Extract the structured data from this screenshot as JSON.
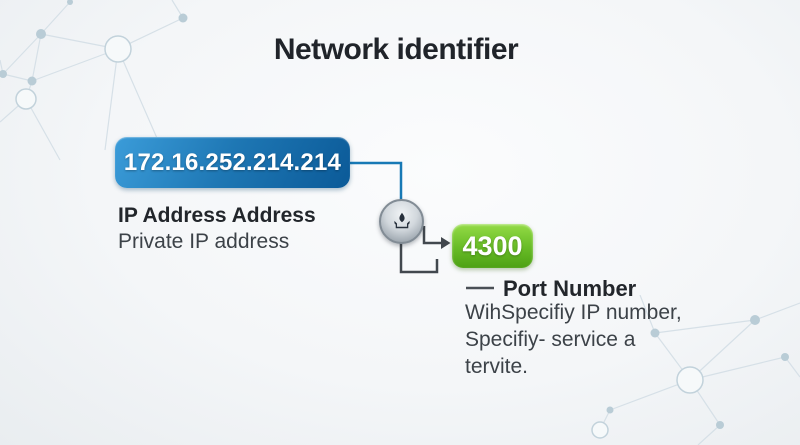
{
  "title": "Network identifier",
  "ip_section": {
    "value": "172.16.252.214.214",
    "label": "IP Address Address",
    "description": "Private IP address"
  },
  "port_section": {
    "value": "4300",
    "label": "Port Number",
    "description_lines": [
      "WihSpecifiy IP number,",
      "Specifiy- service a",
      "tervite."
    ]
  },
  "icons": {
    "hub": "funnel-hub-icon"
  },
  "colors": {
    "ip_box_gradient_start": "#3b9cd9",
    "ip_box_gradient_end": "#0b5a98",
    "port_box_gradient_start": "#94db46",
    "port_box_gradient_end": "#4da114",
    "connector_blue": "#1779b5",
    "connector_gray": "#42484e",
    "title_text": "#20242a",
    "body_text": "#3c4248",
    "background": "#f2f5f7"
  }
}
